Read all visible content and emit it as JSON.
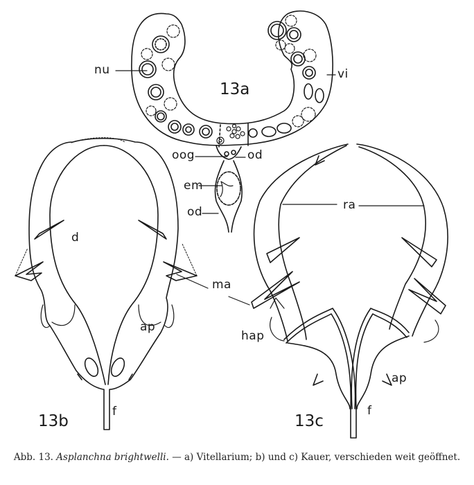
{
  "figure": {
    "panels": {
      "a": "13a",
      "b": "13b",
      "c": "13c"
    },
    "labels": {
      "nu": "nu",
      "vi": "vi",
      "oog": "oog",
      "od_upper": "od",
      "em": "em",
      "od_lower": "od",
      "d": "d",
      "ra": "ra",
      "ma": "ma",
      "hap": "hap",
      "ap_b": "ap",
      "ap_c": "ap",
      "f_b": "f",
      "f_c": "f"
    }
  },
  "caption": {
    "prefix": "Abb. 13.",
    "species": "Asplanchna brightwelli.",
    "text": "— a) Vitellarium; b) und c) Kauer, verschieden weit geöffnet."
  }
}
